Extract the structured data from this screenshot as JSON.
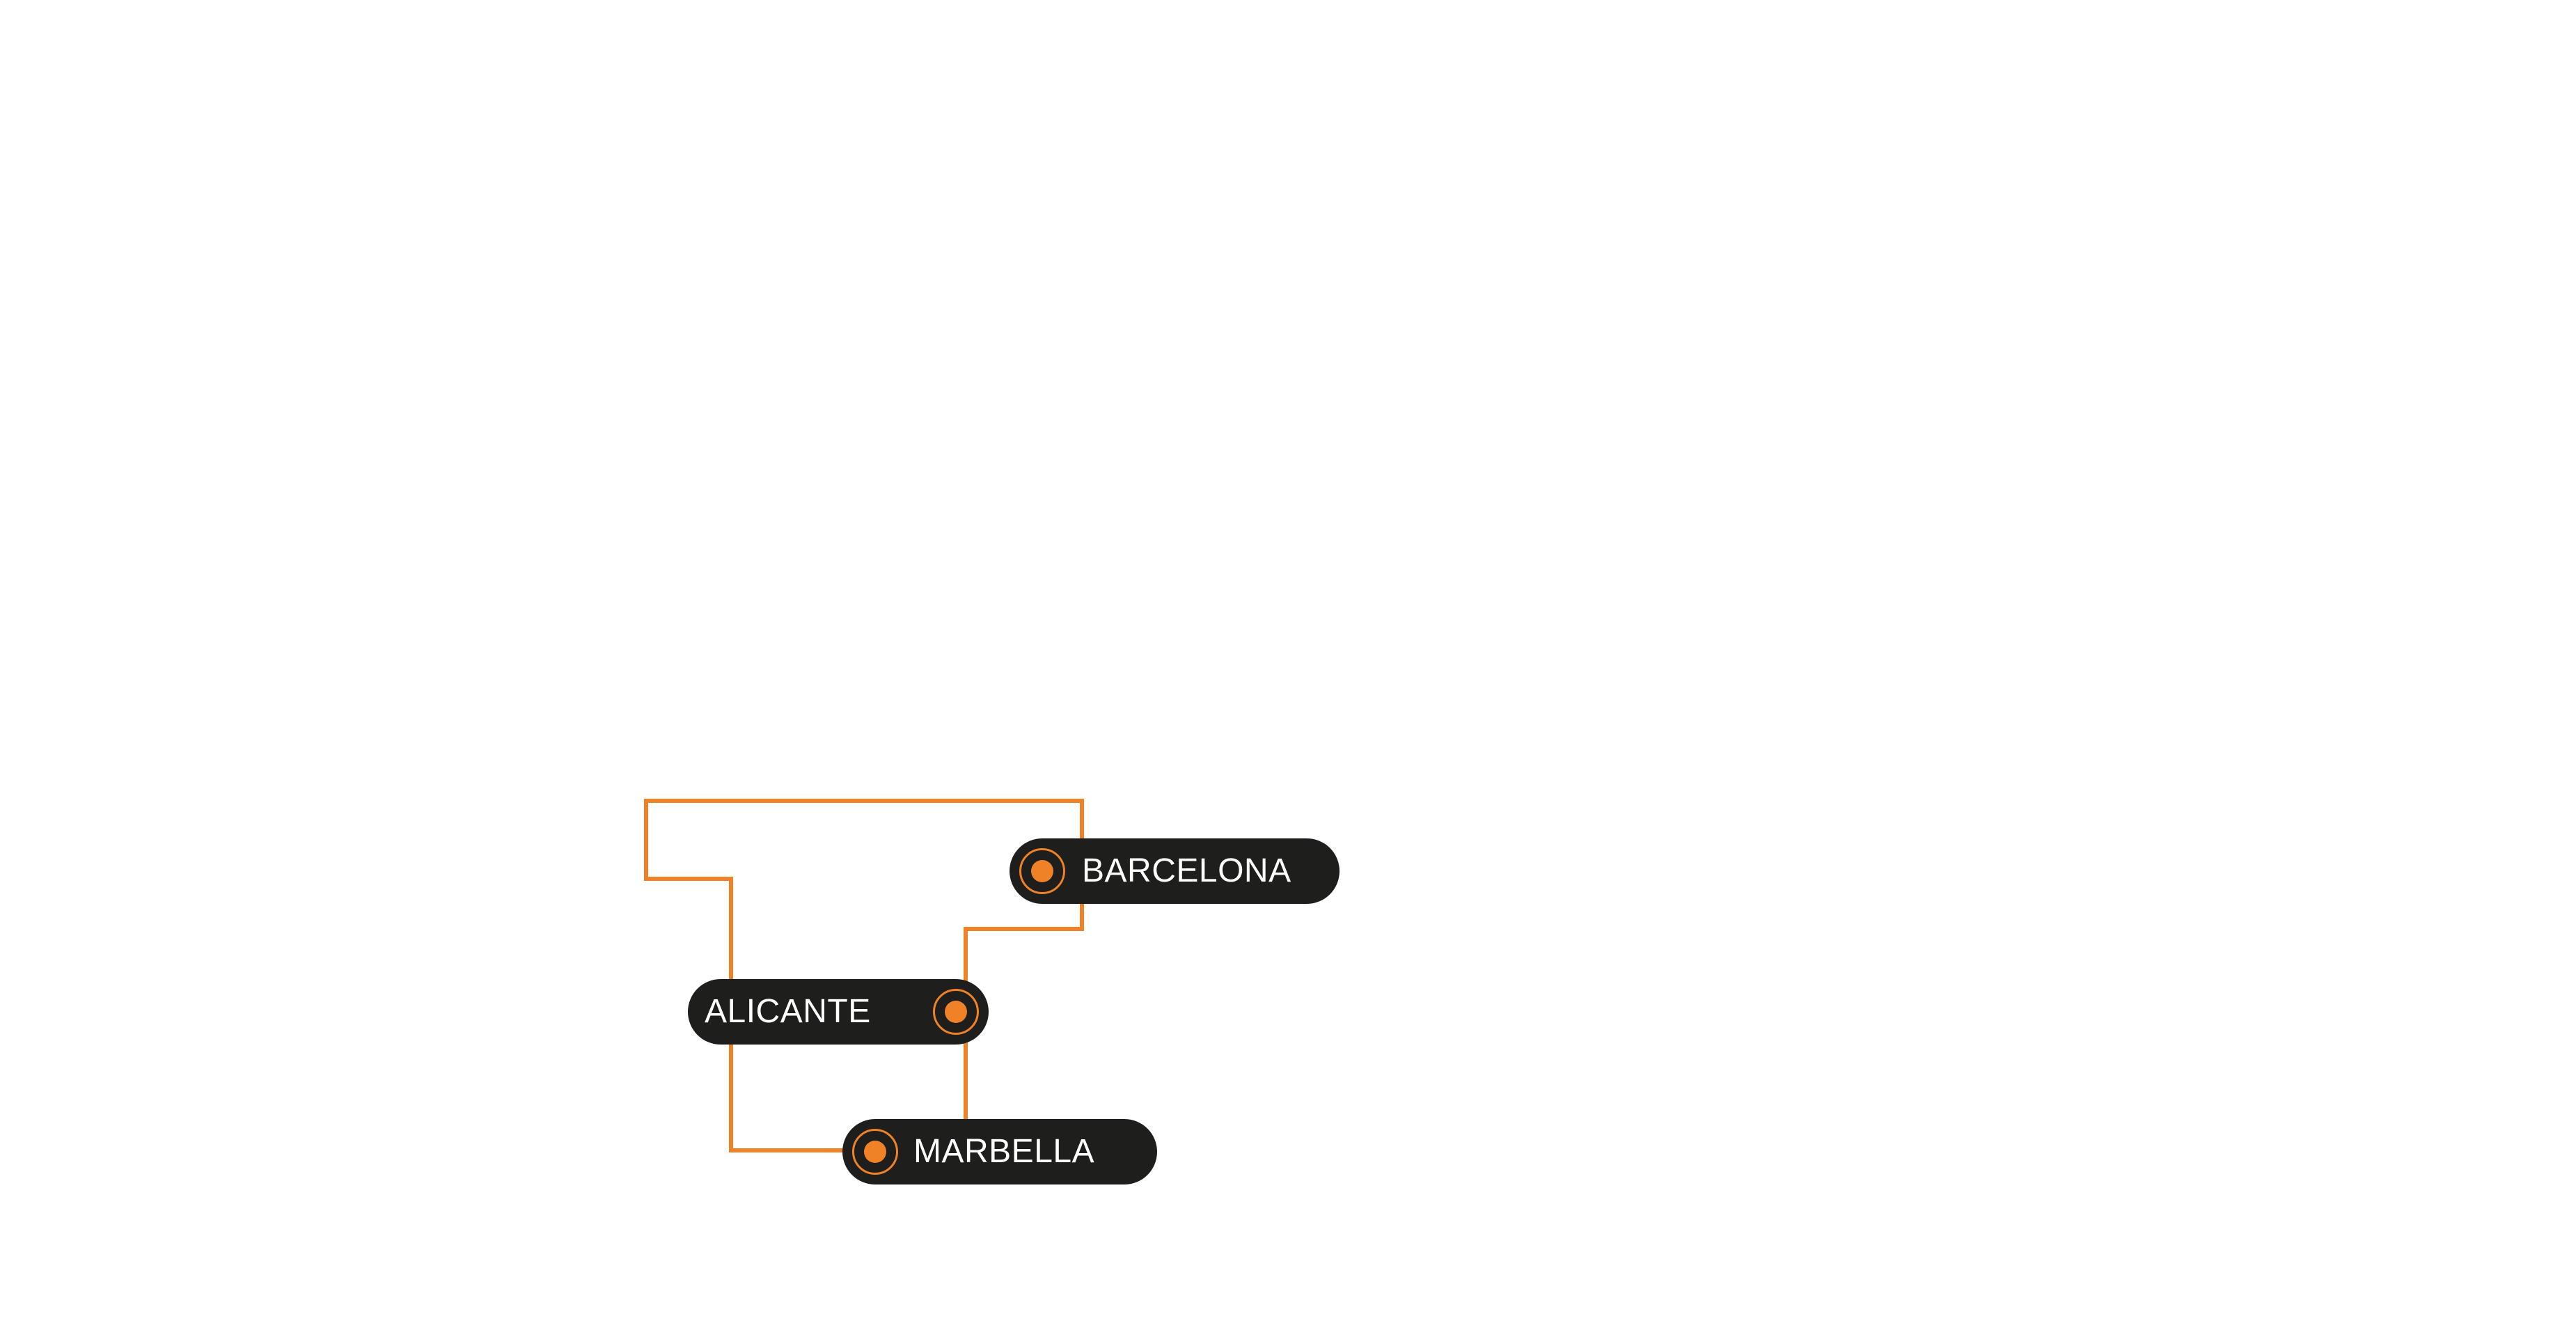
{
  "theme": {
    "line_color": "#ef8226",
    "pill_color": "#1e1e1c",
    "text_color": "#ffffff",
    "background": "#ffffff"
  },
  "nodes": [
    {
      "id": "barcelona",
      "label": "BARCELONA",
      "icon": "location-marker-icon"
    },
    {
      "id": "alicante",
      "label": "ALICANTE",
      "icon": "location-marker-icon"
    },
    {
      "id": "marbella",
      "label": "MARBELLA",
      "icon": "location-marker-icon"
    }
  ]
}
